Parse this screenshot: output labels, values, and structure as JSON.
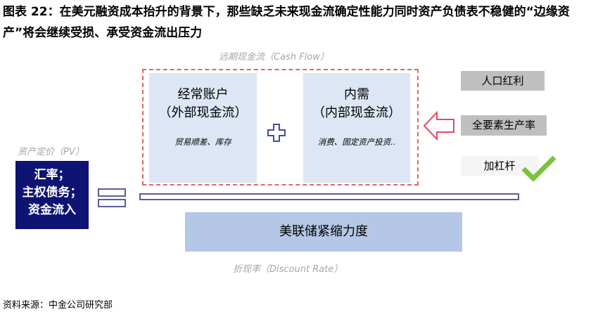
{
  "title": "图表 22：在美元融资成本抬升的背景下，那些缺乏未来现金流确定性能力同时资产负债表不稳健的“边缘资产”将会继续受损、承受资金流出压力",
  "labels": {
    "cash_flow": "远期现金流（Cash Flow）",
    "pv": "资产定价（PV）",
    "discount": "折现率（Discount Rate）"
  },
  "current_account": {
    "title": "经常账户",
    "sub": "（外部现金流）",
    "detail": "贸易顺差、库存"
  },
  "domestic": {
    "title": "内需",
    "sub": "（内部现金流）",
    "detail": "消费、固定资产投资.."
  },
  "factors": [
    "人口红利",
    "全要素生产率",
    "加杠杆"
  ],
  "asset": [
    "汇率；",
    "主权债务；",
    "资金流入"
  ],
  "fed": "美联储紧缩力度",
  "source": "资料来源：中金公司研究部",
  "colors": {
    "navy": "#0d1473",
    "light_blue": "#dce6f5",
    "red": "#e06666",
    "green": "#7dc142"
  }
}
